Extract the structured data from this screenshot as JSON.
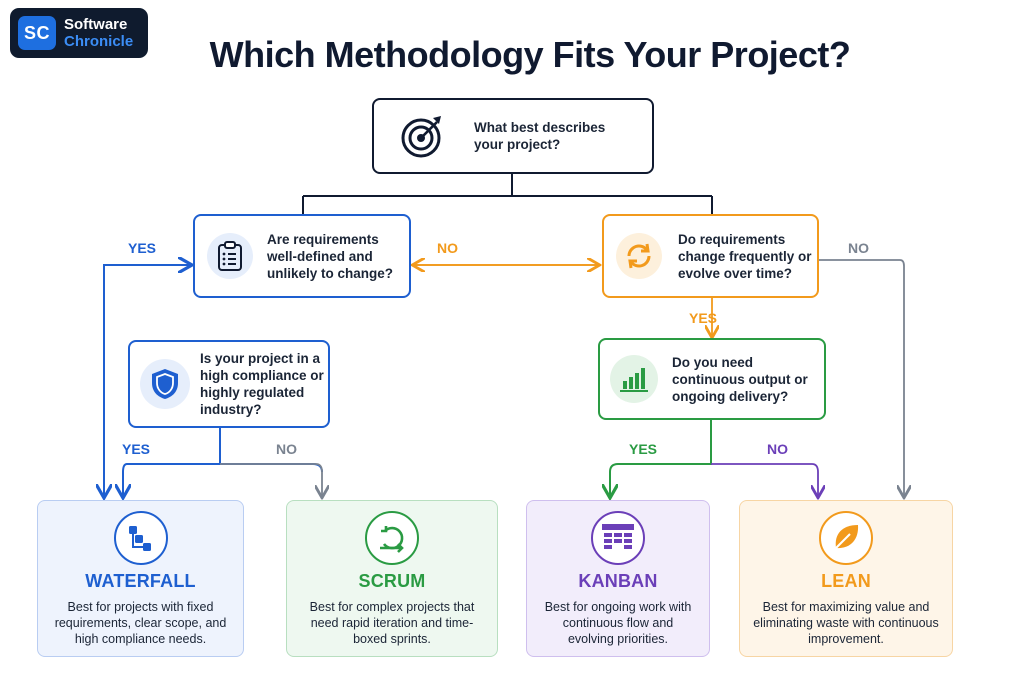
{
  "brand": {
    "mark": "SC",
    "line1": "Software",
    "line2": "Chronicle"
  },
  "title": "Which Methodology Fits Your Project?",
  "start": {
    "text": "What best describes your project?",
    "icon": "target-icon"
  },
  "q_requirements": {
    "text": "Are requirements well-defined and unlikely to change?",
    "icon": "clipboard-icon"
  },
  "q_change": {
    "text": "Do requirements change frequently or evolve over time?",
    "icon": "refresh-icon"
  },
  "q_compliance": {
    "text": "Is your project in a high compliance or highly regulated industry?",
    "icon": "shield-icon"
  },
  "q_continuous": {
    "text": "Do you need continuous output or ongoing delivery?",
    "icon": "bar-chart-icon"
  },
  "labels": {
    "yes_left": "YES",
    "no_middle": "NO",
    "no_right": "NO",
    "yes_change": "YES",
    "yes_compliance": "YES",
    "no_compliance": "NO",
    "yes_continuous": "YES",
    "no_continuous": "NO"
  },
  "cards": [
    {
      "title": "WATERFALL",
      "desc": "Best for projects with fixed requirements, clear scope, and high compliance needs.",
      "icon": "waterfall-icon",
      "color": "#1e5fd0"
    },
    {
      "title": "SCRUM",
      "desc": "Best for complex projects that need rapid iteration and time-boxed sprints.",
      "icon": "cycle-icon",
      "color": "#2a9b43"
    },
    {
      "title": "KANBAN",
      "desc": "Best for ongoing work with continuous flow and evolving priorities.",
      "icon": "kanban-board-icon",
      "color": "#6b3fb8"
    },
    {
      "title": "LEAN",
      "desc": "Best for maximizing value and eliminating waste with continuous improvement.",
      "icon": "leaf-icon",
      "color": "#f29a1c"
    }
  ],
  "colors": {
    "navy": "#101a30",
    "blue": "#1e5fd0",
    "orange": "#f29a1c",
    "green": "#2a9b43",
    "purple": "#6b3fb8",
    "gray": "#7a8390"
  }
}
